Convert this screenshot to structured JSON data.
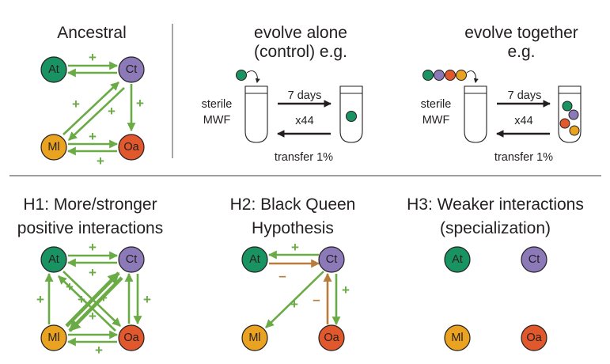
{
  "colors": {
    "at": "#1a9363",
    "ct": "#8c79b7",
    "ml": "#eaa221",
    "oa": "#e0582b",
    "positive": "#6aab46",
    "negative": "#b87d3a",
    "arrow_black": "#231f20"
  },
  "nodes": {
    "at": "At",
    "ct": "Ct",
    "ml": "Ml",
    "oa": "Oa"
  },
  "symbols": {
    "plus": "+",
    "minus": "–"
  },
  "ancestral": {
    "title": "Ancestral"
  },
  "evolve_alone": {
    "title_line1": "evolve alone",
    "title_line2": "(control) e.g.",
    "medium_line1": "sterile",
    "medium_line2": "MWF",
    "duration": "7 days",
    "repeats": "x44",
    "transfer": "transfer 1%"
  },
  "evolve_together": {
    "title_line1": "evolve together",
    "title_line2": "e.g.",
    "medium_line1": "sterile",
    "medium_line2": "MWF",
    "duration": "7 days",
    "repeats": "x44",
    "transfer": "transfer 1%"
  },
  "h1": {
    "title_line1": "H1: More/stronger",
    "title_line2": "positive interactions"
  },
  "h2": {
    "title_line1": "H2: Black Queen",
    "title_line2": "Hypothesis"
  },
  "h3": {
    "title_line1": "H3: Weaker interactions",
    "title_line2": "(specialization)"
  }
}
